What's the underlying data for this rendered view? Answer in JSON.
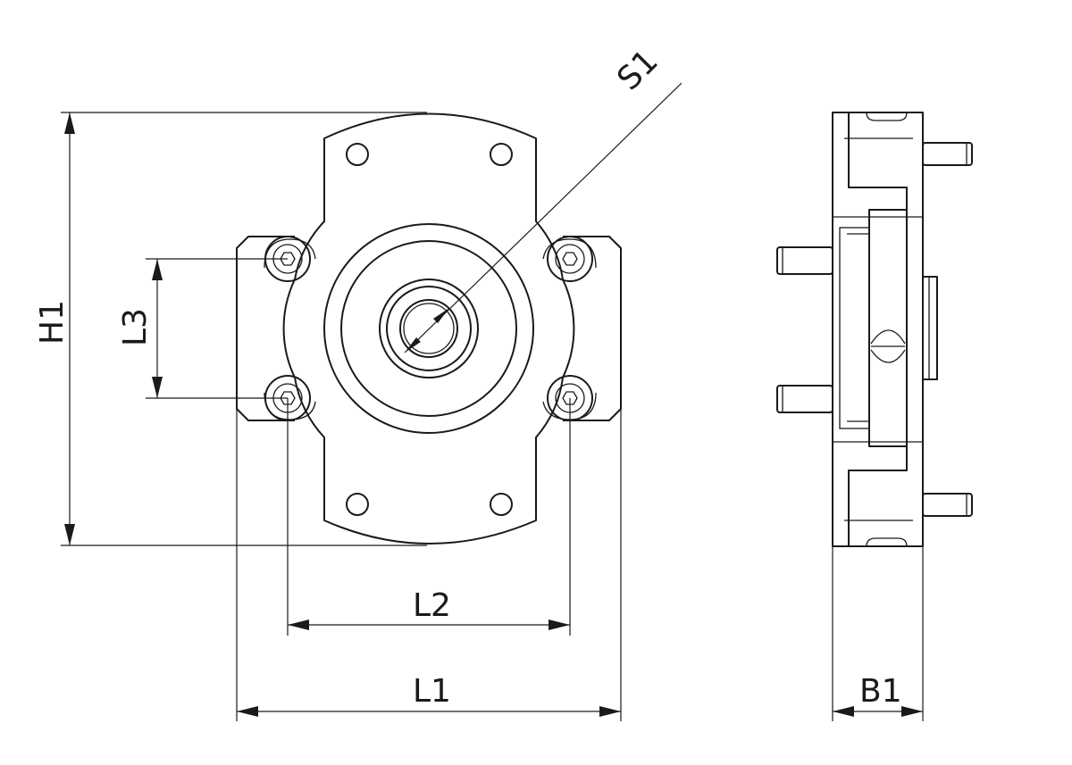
{
  "dimensions": {
    "h1": "H1",
    "l3": "L3",
    "l2": "L2",
    "l1": "L1",
    "b1": "B1",
    "s1": "S1"
  }
}
